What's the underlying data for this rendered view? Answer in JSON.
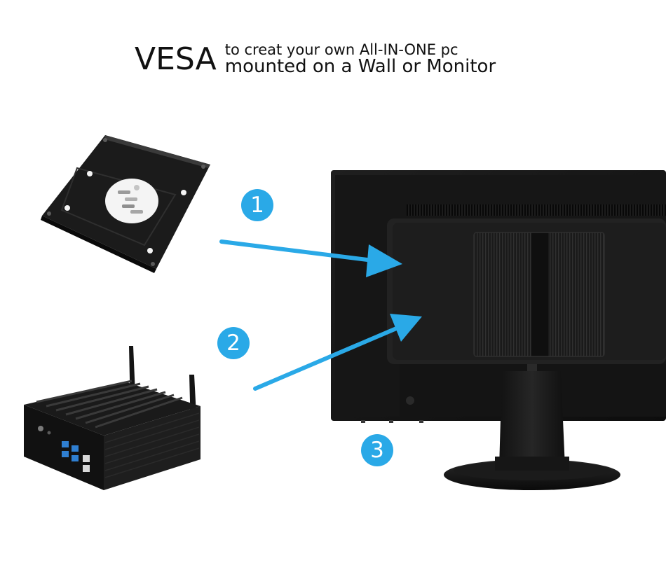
{
  "headline": {
    "brand": "VESA",
    "line1": "to creat your own All-IN-ONE pc",
    "line2": "mounted on a Wall or Monitor"
  },
  "steps": [
    {
      "number": "1"
    },
    {
      "number": "2"
    },
    {
      "number": "3"
    }
  ],
  "colors": {
    "accent_blue": "#2aa9e7",
    "device_black": "#141414",
    "text": "#111111"
  },
  "icons": {
    "bracket": "vesa-bracket-plate-icon",
    "mini_pc": "mini-pc-icon",
    "monitor": "monitor-back-icon",
    "arrow": "arrow-icon"
  }
}
